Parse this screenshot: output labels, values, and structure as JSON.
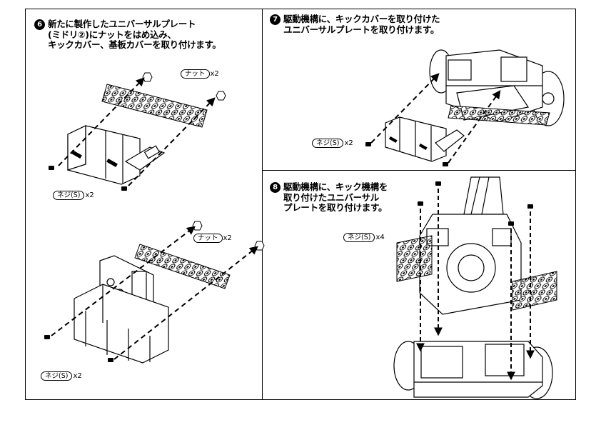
{
  "steps": [
    {
      "number": "6",
      "lines": [
        "新たに製作したユニバーサルプレート",
        "(ミドリ②)にナットをはめ込み、",
        "キックカバー、基板カバーを取り付けます。"
      ]
    },
    {
      "number": "7",
      "lines": [
        "駆動機構に、キックカバーを取り付けた",
        "ユニバーサルプレートを取り付けます。"
      ]
    },
    {
      "number": "8",
      "lines": [
        "駆動機構に、キック機構を",
        "取り付けたユニバーサル",
        "プレートを取り付けます。"
      ]
    }
  ],
  "parts": {
    "nut": "ナット",
    "screw": "ネジ(S)",
    "x2": "x2",
    "x4": "x4"
  }
}
